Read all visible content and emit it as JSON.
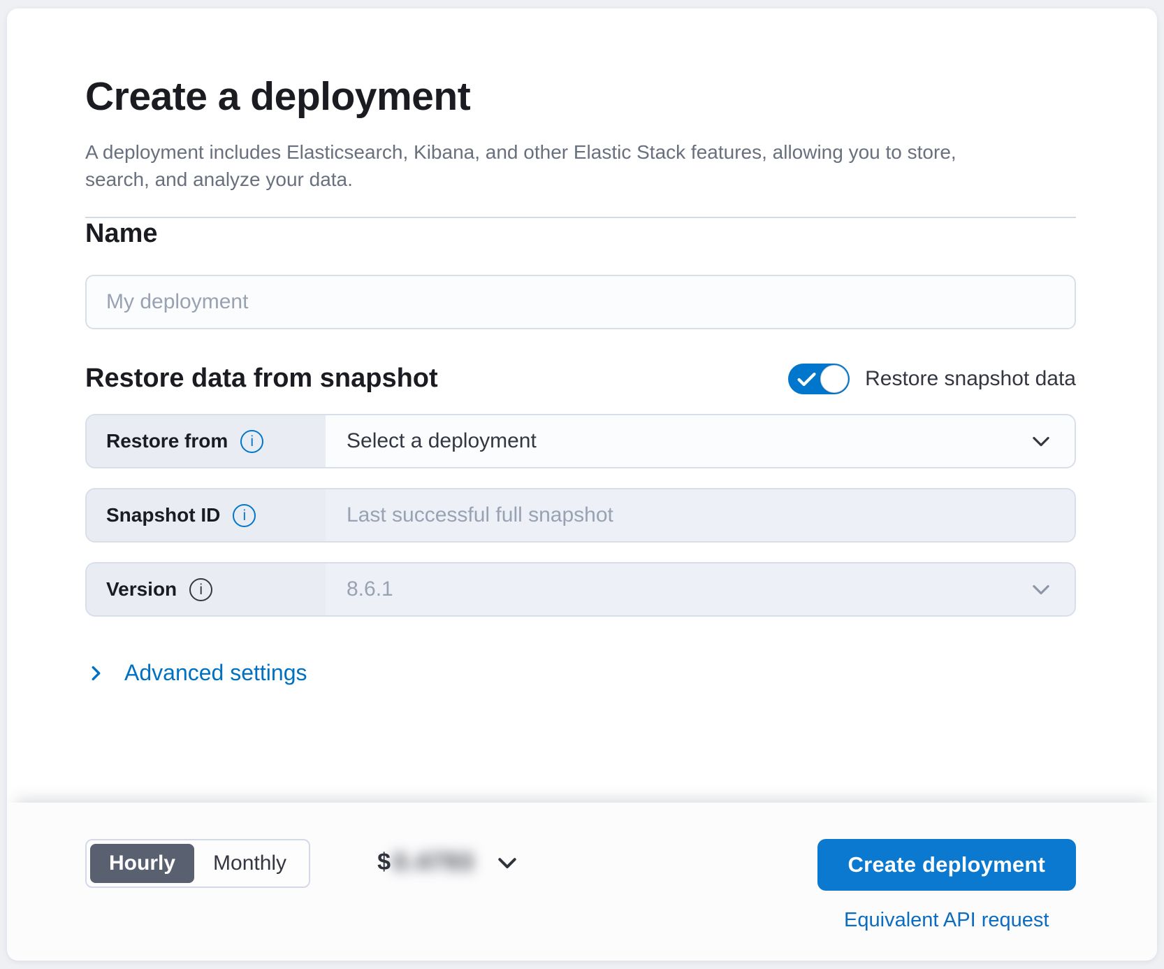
{
  "header": {
    "title": "Create a deployment",
    "subtitle_line1": "A deployment includes Elasticsearch, Kibana, and other Elastic Stack features, allowing you to store,",
    "subtitle_line2": "search, and analyze your data."
  },
  "name_section": {
    "heading": "Name",
    "placeholder": "My deployment"
  },
  "restore_section": {
    "heading": "Restore data from snapshot",
    "toggle": {
      "label": "Restore snapshot data",
      "state": "on"
    },
    "restore_from": {
      "label": "Restore from",
      "value": "Select a deployment"
    },
    "snapshot_id": {
      "label": "Snapshot ID",
      "placeholder": "Last successful full snapshot"
    },
    "version": {
      "label": "Version",
      "value": "8.6.1"
    }
  },
  "advanced_settings": {
    "label": "Advanced settings"
  },
  "footer": {
    "billing_period": {
      "options": [
        "Hourly",
        "Monthly"
      ],
      "selected": "Hourly"
    },
    "price": {
      "currency": "$",
      "amount_blurred": "0.4793"
    },
    "create_button_label": "Create deployment",
    "api_request_link": "Equivalent API request"
  },
  "icons": {
    "info_glyph": "i"
  },
  "colors": {
    "primary_blue": "#0077cc",
    "button_blue": "#0b79d0",
    "link_blue": "#0071c2",
    "text_dark": "#1a1c21",
    "text_gray": "#69707d",
    "placeholder_gray": "#98a2b3",
    "border_gray": "#d3dae6",
    "label_bg": "#e9edf3",
    "disabled_control_bg": "#edf0f6",
    "selected_segment_bg": "#596070"
  }
}
